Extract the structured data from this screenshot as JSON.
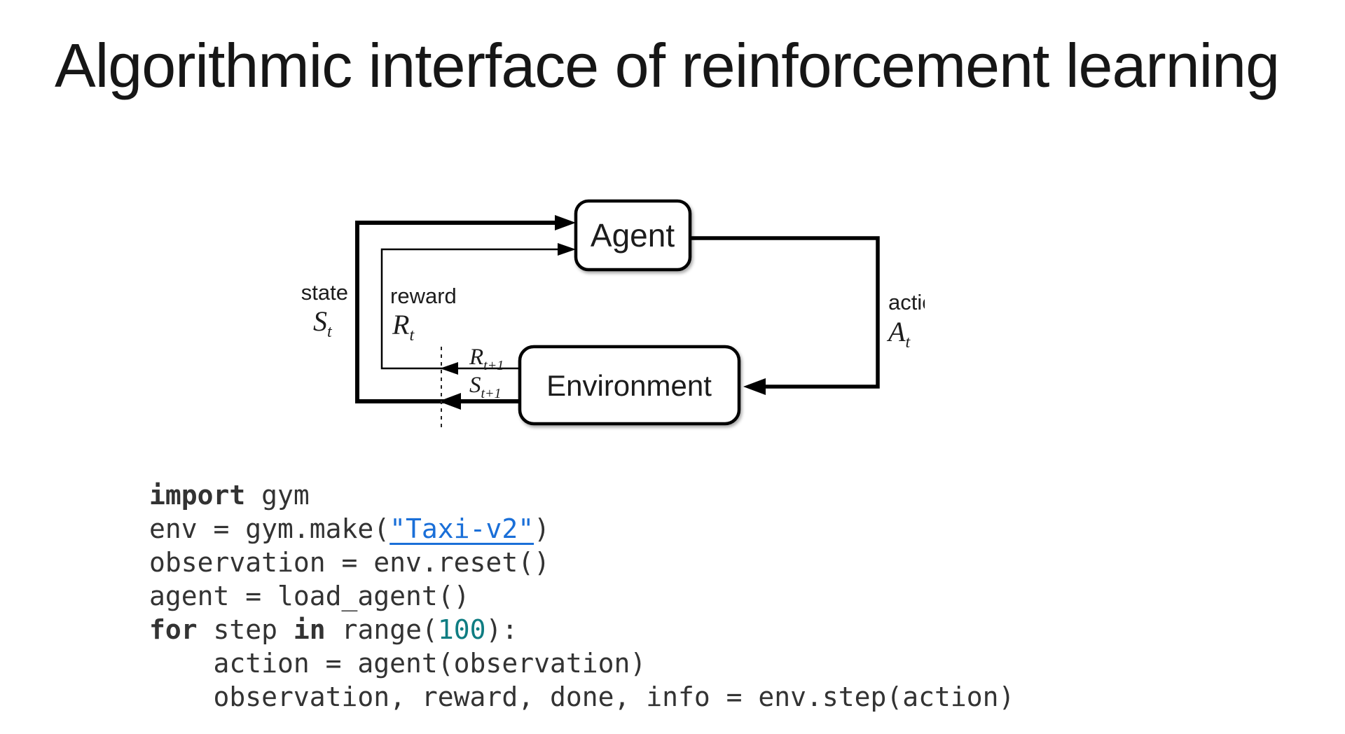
{
  "title": "Algorithmic interface of reinforcement learning",
  "colors": {
    "background": "#ffffff",
    "diagram_stroke": "#000000",
    "code_text": "#333333",
    "keyword": "#333333",
    "number_teal": "#0f7d82",
    "link_blue": "#1a6fd8"
  },
  "diagram": {
    "agent_label": "Agent",
    "environment_label": "Environment",
    "state_label": "state",
    "state_symbol": "S",
    "state_sub": "t",
    "reward_label": "reward",
    "reward_symbol": "R",
    "reward_sub": "t",
    "next_reward_symbol": "R",
    "next_reward_sub": "t+1",
    "next_state_symbol": "S",
    "next_state_sub": "t+1",
    "action_label": "action",
    "action_symbol": "A",
    "action_sub": "t"
  },
  "code": {
    "lines": [
      [
        {
          "t": "kw",
          "v": "import"
        },
        {
          "t": "p",
          "v": " gym"
        }
      ],
      [
        {
          "t": "p",
          "v": "env = gym.make("
        },
        {
          "t": "link",
          "v": "\"Taxi-v2\""
        },
        {
          "t": "p",
          "v": ")"
        }
      ],
      [
        {
          "t": "p",
          "v": "observation = env.reset()"
        }
      ],
      [
        {
          "t": "p",
          "v": "agent = load_agent()"
        }
      ],
      [
        {
          "t": "kw",
          "v": "for"
        },
        {
          "t": "p",
          "v": " step "
        },
        {
          "t": "kw",
          "v": "in"
        },
        {
          "t": "p",
          "v": " range("
        },
        {
          "t": "num",
          "v": "100"
        },
        {
          "t": "p",
          "v": "):"
        }
      ],
      [
        {
          "t": "p",
          "v": "    action = agent(observation)"
        }
      ],
      [
        {
          "t": "p",
          "v": "    observation, reward, done, info = env.step(action)"
        }
      ]
    ]
  }
}
